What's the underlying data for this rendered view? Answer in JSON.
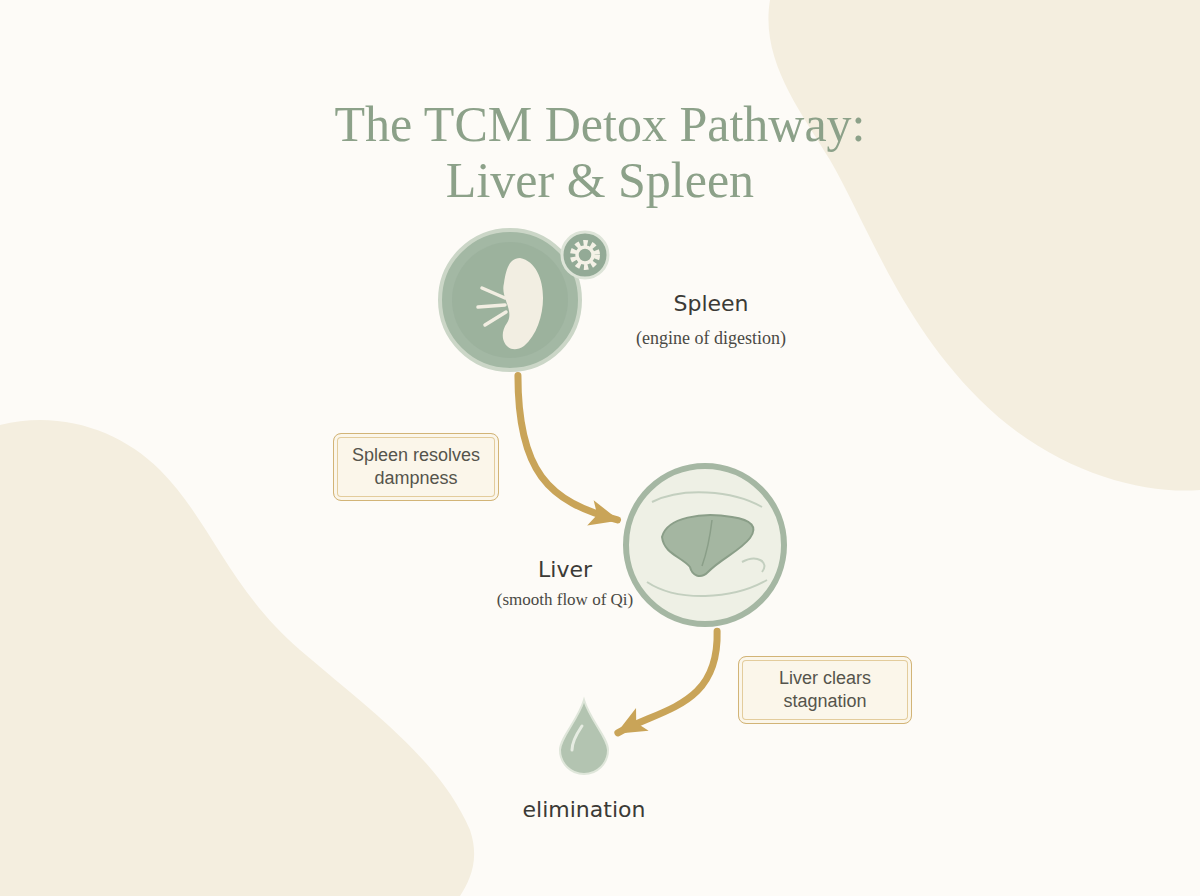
{
  "diagram": {
    "title": "The TCM Detox Pathway: Liver & Spleen",
    "nodes": [
      {
        "text": [
          "Spleen",
          "(engine of digestion)"
        ]
      },
      {
        "text": [
          "Liver",
          "(smooth flow of Qi)"
        ]
      },
      {
        "text": [
          "elimination"
        ]
      }
    ],
    "edges": [
      {
        "from": 0,
        "to": 1,
        "arrow": "to",
        "label": "Spleen resolves dampness"
      },
      {
        "from": 1,
        "to": 2,
        "arrow": "to",
        "label": "Liver clears stagnation"
      }
    ]
  }
}
